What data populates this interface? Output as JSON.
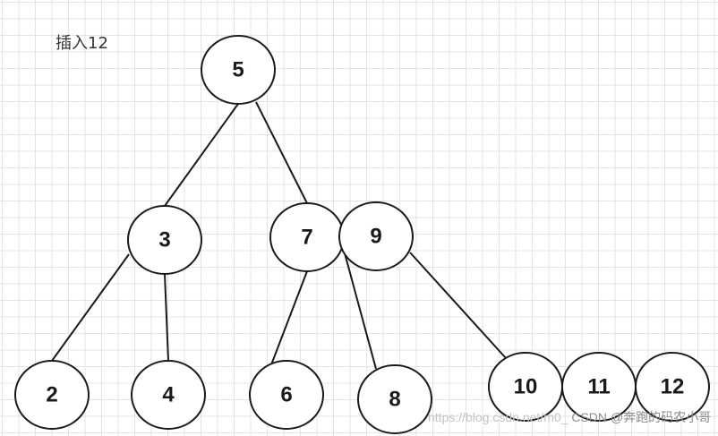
{
  "caption": "插入12",
  "nodes": [
    {
      "id": "5",
      "label": "5"
    },
    {
      "id": "3",
      "label": "3"
    },
    {
      "id": "7",
      "label": "7"
    },
    {
      "id": "9",
      "label": "9"
    },
    {
      "id": "2",
      "label": "2"
    },
    {
      "id": "4",
      "label": "4"
    },
    {
      "id": "6",
      "label": "6"
    },
    {
      "id": "8",
      "label": "8"
    },
    {
      "id": "10",
      "label": "10"
    },
    {
      "id": "11",
      "label": "11"
    },
    {
      "id": "12",
      "label": "12"
    }
  ],
  "edges": [
    {
      "from": "5",
      "to": "3"
    },
    {
      "from": "5",
      "to": "7"
    },
    {
      "from": "3",
      "to": "2"
    },
    {
      "from": "3",
      "to": "4"
    },
    {
      "from": "7",
      "to": "6"
    },
    {
      "from": "7",
      "to": "8"
    },
    {
      "from": "9",
      "to": "10"
    }
  ],
  "watermark": {
    "front": "CSDN @奔跑的码农小哥",
    "back": "https://blog.csdn.net/m0_"
  }
}
